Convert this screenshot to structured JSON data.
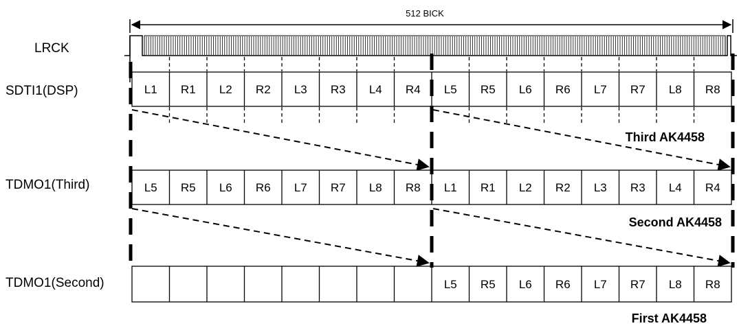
{
  "span_label": "512 BICK",
  "signals": {
    "lrck": "LRCK",
    "sdti": "SDTI1(DSP)",
    "tdmo_third": "TDMO1(Third)",
    "tdmo_second": "TDMO1(Second)"
  },
  "slots": {
    "sdti": [
      "L1",
      "R1",
      "L2",
      "R2",
      "L3",
      "R3",
      "L4",
      "R4",
      "L5",
      "R5",
      "L6",
      "R6",
      "L7",
      "R7",
      "L8",
      "R8"
    ],
    "tdmo_third": [
      "L5",
      "R5",
      "L6",
      "R6",
      "L7",
      "R7",
      "L8",
      "R8",
      "L1",
      "R1",
      "L2",
      "R2",
      "L3",
      "R3",
      "L4",
      "R4"
    ],
    "tdmo_second": [
      "",
      "",
      "",
      "",
      "",
      "",
      "",
      "",
      "L5",
      "R5",
      "L6",
      "R6",
      "L7",
      "R7",
      "L8",
      "R8"
    ]
  },
  "devices": {
    "third": "Third AK4458",
    "second": "Second AK4458",
    "first": "First AK4458"
  }
}
